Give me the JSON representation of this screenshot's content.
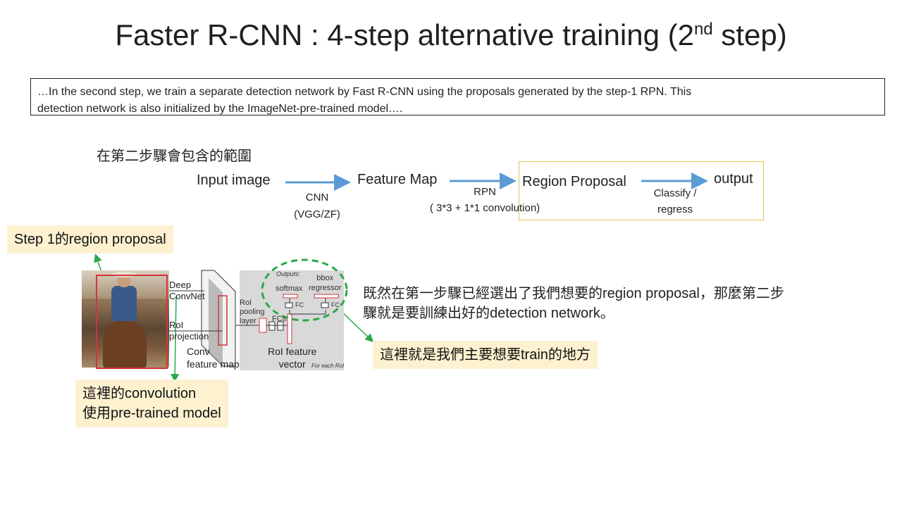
{
  "slide": {
    "title_main": "Faster R-CNN : 4-step alternative training (2",
    "title_sup": "nd",
    "title_end": " step)",
    "quote_line1": "…In the second step, we train a separate detection network by Fast R-CNN using the proposals generated by the step-1 RPN. This",
    "quote_line2": "detection network is also initialized by the ImageNet-pre-trained  model….",
    "scope_label": "在第二步驟會包含的範圍"
  },
  "flow": {
    "input": "Input image",
    "cnn": "CNN",
    "cnn_sub": "(VGG/ZF)",
    "feature_map": "Feature Map",
    "rpn": "RPN",
    "rpn_sub": "( 3*3 + 1*1 convolution)",
    "region_proposal": "Region Proposal",
    "classify": "Classify /",
    "regress": "regress",
    "output": "output",
    "box_color": "#e3c350",
    "arrow_color": "#5b9bd5"
  },
  "notes": {
    "step1": "Step 1的region proposal",
    "conv_line1": "這裡的convolution",
    "conv_line2": "使用pre-trained model",
    "train": "這裡就是我們主要想要train的地方",
    "explain_line1": "既然在第一步驟已經選出了我們想要的region proposal，那麼第二步",
    "explain_line2": "驟就是要訓練出好的detection network。"
  },
  "diagram": {
    "deep_convnet_1": "Deep",
    "deep_convnet_2": "ConvNet",
    "roi_projection_1": "RoI",
    "roi_projection_2": "projection",
    "conv_fm_1": "Conv",
    "conv_fm_2": "feature map",
    "roi_pool_1": "RoI",
    "roi_pool_2": "pooling",
    "roi_pool_3": "layer",
    "fcs": "FCs",
    "roi_vec_1": "RoI feature",
    "roi_vec_2": "vector",
    "outputs": "Outputs:",
    "softmax": "softmax",
    "bbox_1": "bbox",
    "bbox_2": "regressor",
    "fc": "FC",
    "for_each": "For each RoI",
    "ellipse_color": "#2aa84a",
    "red": "#d4333a"
  }
}
